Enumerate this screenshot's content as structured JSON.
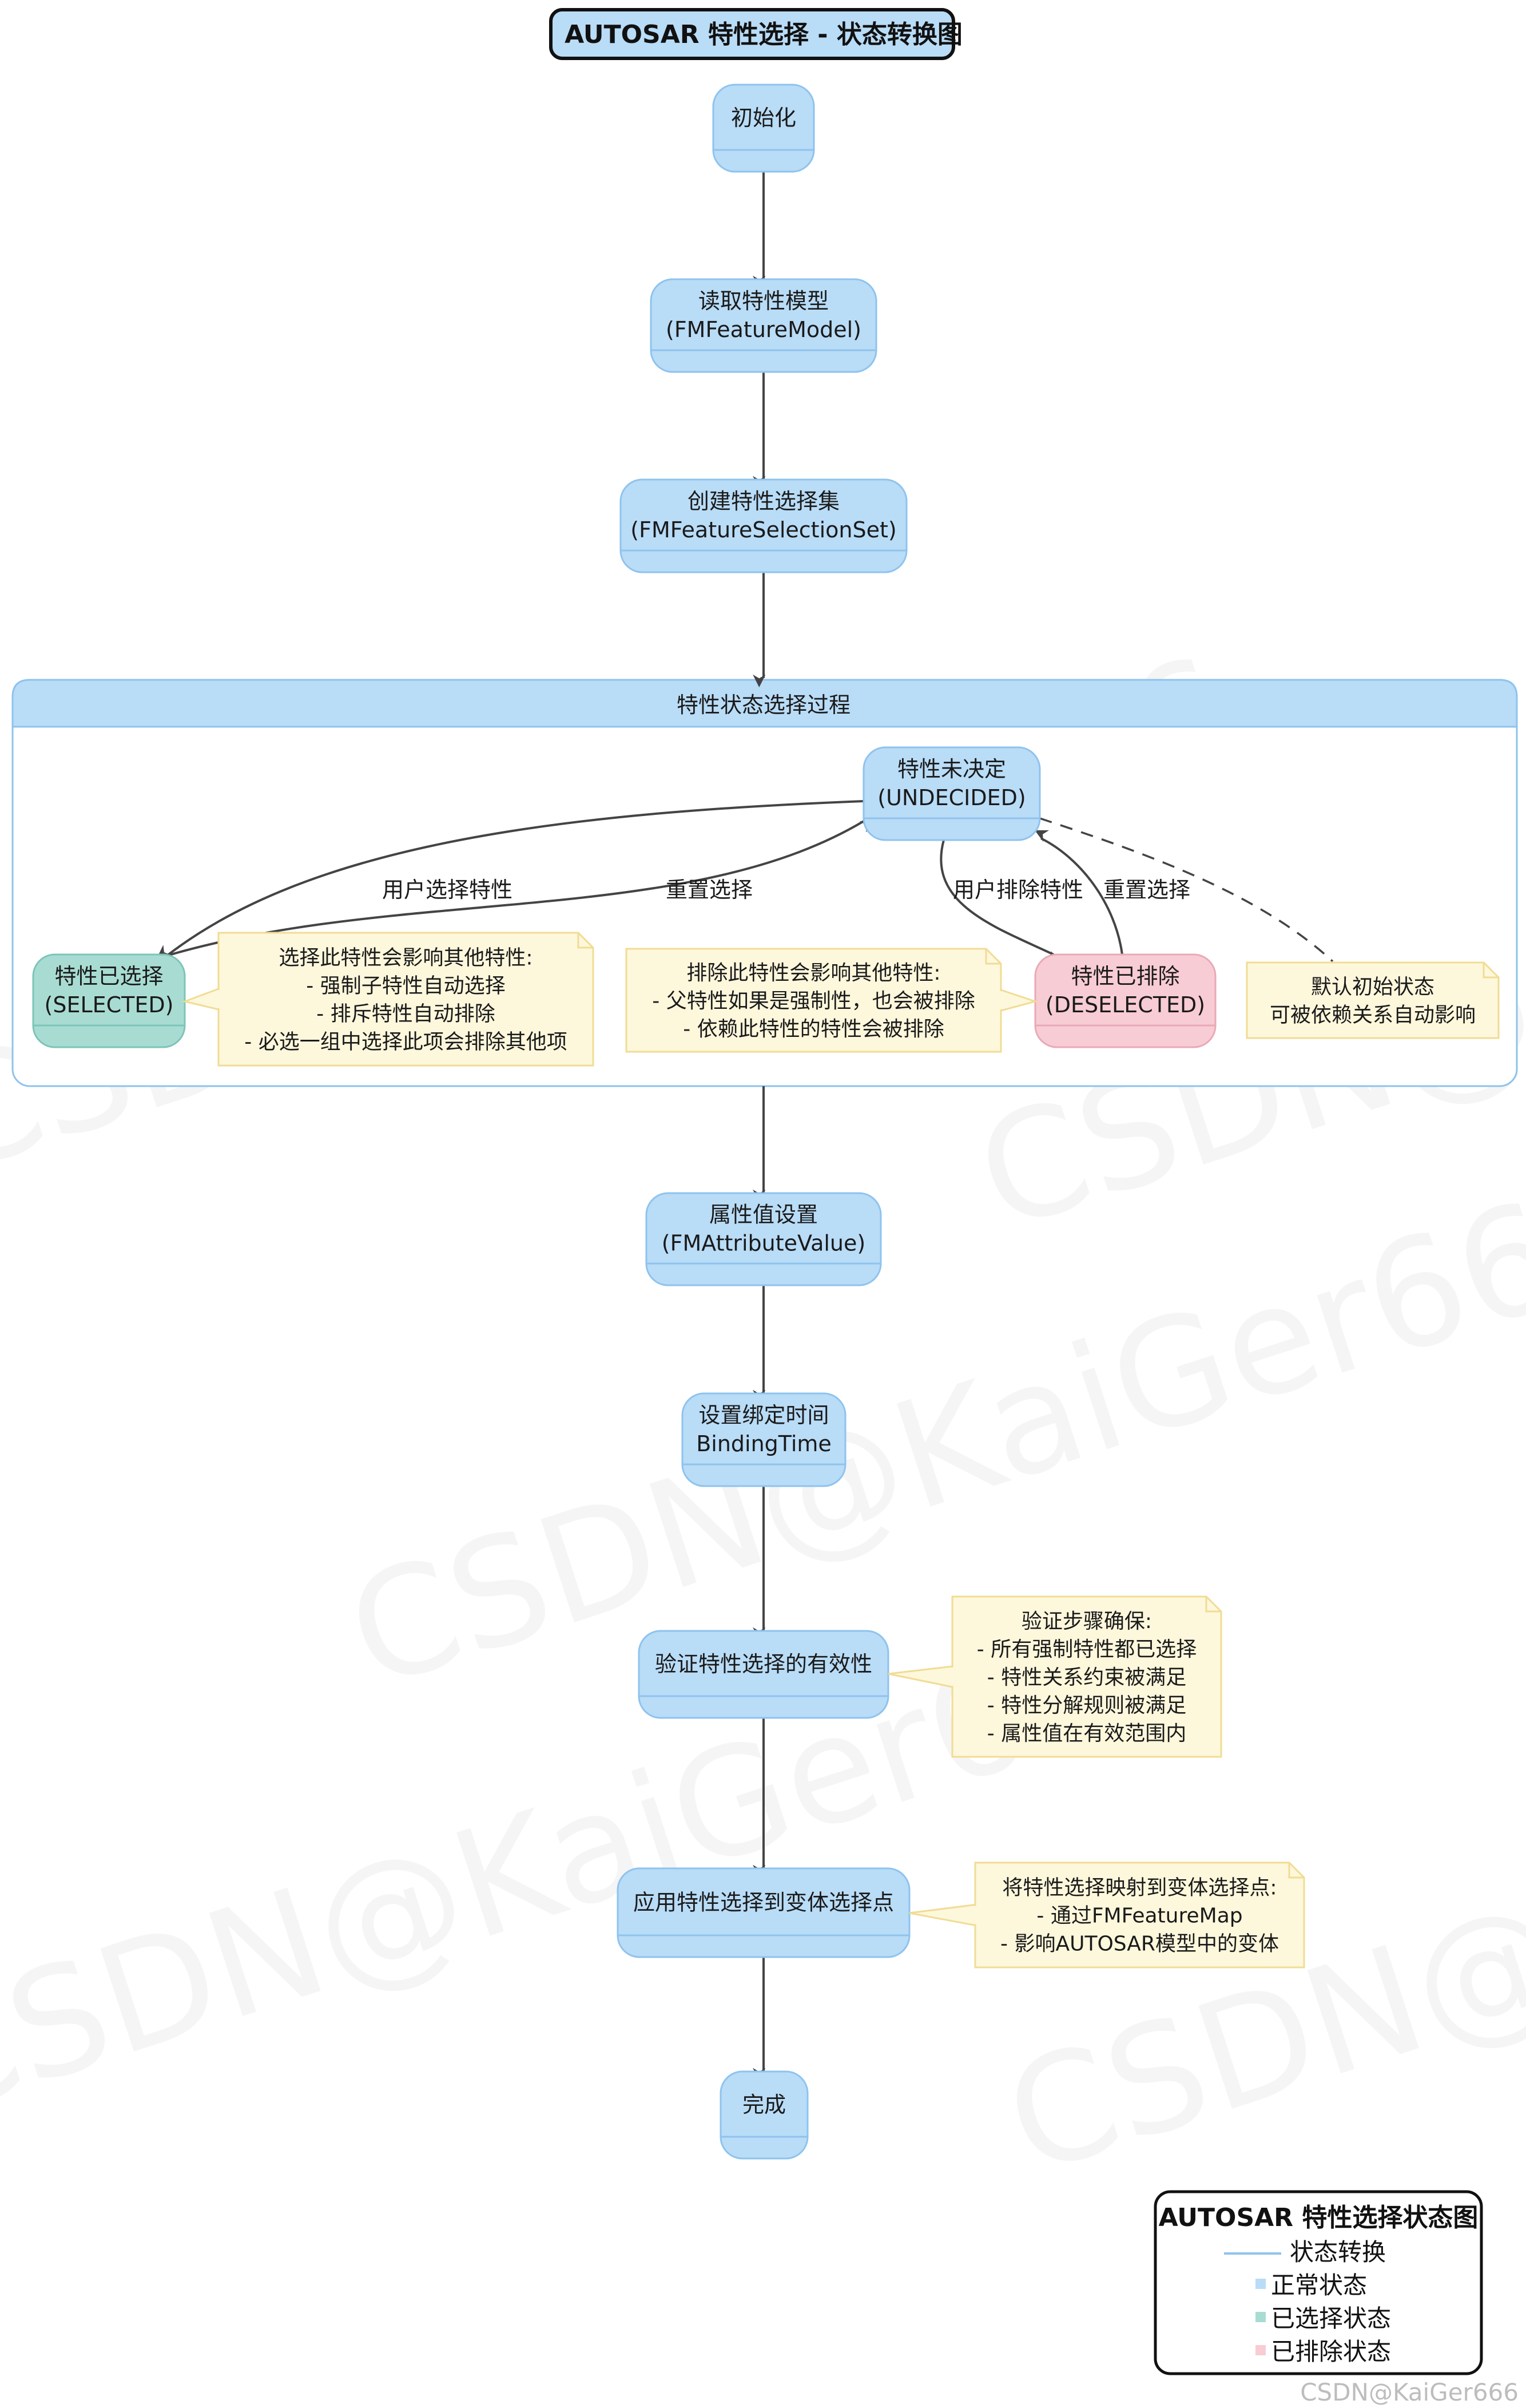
{
  "title": "AUTOSAR 特性选择 - 状态转换图",
  "states": {
    "init": [
      "初始化"
    ],
    "read_model": [
      "读取特性模型",
      "(FMFeatureModel)"
    ],
    "create_set": [
      "创建特性选择集",
      "(FMFeatureSelectionSet)"
    ],
    "undecided": [
      "特性未决定",
      "(UNDECIDED)"
    ],
    "selected": [
      "特性已选择",
      "(SELECTED)"
    ],
    "deselected": [
      "特性已排除",
      "(DESELECTED)"
    ],
    "attr_value": [
      "属性值设置",
      "(FMAttributeValue)"
    ],
    "binding_time": [
      "设置绑定时间",
      "BindingTime"
    ],
    "validate": [
      "验证特性选择的有效性"
    ],
    "apply": [
      "应用特性选择到变体选择点"
    ],
    "done": [
      "完成"
    ]
  },
  "composite": {
    "title": "特性状态选择过程"
  },
  "transitions": {
    "user_select": "用户选择特性",
    "reset_from_selected": "重置选择",
    "user_deselect": "用户排除特性",
    "reset_from_deselected": "重置选择"
  },
  "notes": {
    "selected_note": [
      "选择此特性会影响其他特性:",
      "- 强制子特性自动选择",
      "- 排斥特性自动排除",
      "- 必选一组中选择此项会排除其他项"
    ],
    "deselected_note": [
      "排除此特性会影响其他特性:",
      "- 父特性如果是强制性，也会被排除",
      "- 依赖此特性的特性会被排除"
    ],
    "undecided_note": [
      "默认初始状态",
      "可被依赖关系自动影响"
    ],
    "validate_note": [
      "验证步骤确保:",
      "- 所有强制特性都已选择",
      "- 特性关系约束被满足",
      "- 特性分解规则被满足",
      "- 属性值在有效范围内"
    ],
    "apply_note": [
      "将特性选择映射到变体选择点:",
      "- 通过FMFeatureMap",
      "- 影响AUTOSAR模型中的变体"
    ]
  },
  "legend": {
    "title": "AUTOSAR 特性选择状态图",
    "items": [
      {
        "label": "状态转换",
        "color": "#8ec3ee",
        "kind": "line"
      },
      {
        "label": "正常状态",
        "color": "#b9dcf7",
        "kind": "box"
      },
      {
        "label": "已选择状态",
        "color": "#a8dcd3",
        "kind": "box"
      },
      {
        "label": "已排除状态",
        "color": "#f8ccd4",
        "kind": "box"
      }
    ]
  },
  "colors": {
    "normal": "#b9dcf7",
    "selected": "#a8dcd3",
    "deselected": "#f8ccd4",
    "note": "#fdf7dc",
    "edge": "#444444"
  },
  "watermark": "CSDN@KaiGer666"
}
